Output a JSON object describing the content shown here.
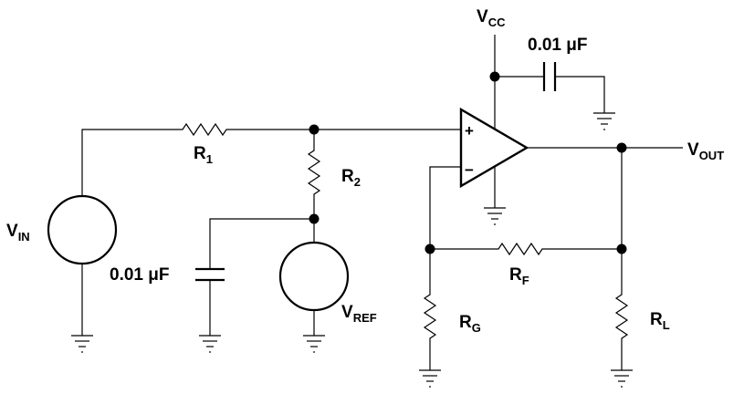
{
  "labels": {
    "vin": {
      "main": "V",
      "sub": "IN"
    },
    "r1": {
      "main": "R",
      "sub": "1"
    },
    "r2": {
      "main": "R",
      "sub": "2"
    },
    "vref": {
      "main": "V",
      "sub": "REF"
    },
    "cap_ref": "0.01 μF",
    "vcc": {
      "main": "V",
      "sub": "CC"
    },
    "cap_vcc": "0.01 μF",
    "vout": {
      "main": "V",
      "sub": "OUT"
    },
    "rf": {
      "main": "R",
      "sub": "F"
    },
    "rg": {
      "main": "R",
      "sub": "G"
    },
    "rl": {
      "main": "R",
      "sub": "L"
    },
    "plus": "+",
    "minus": "−"
  }
}
